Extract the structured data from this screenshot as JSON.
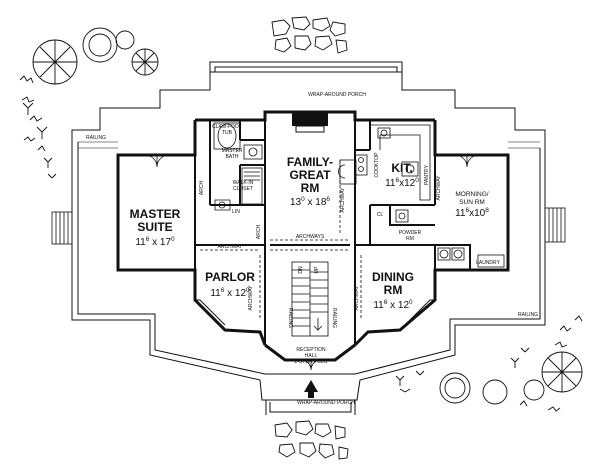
{
  "rooms": {
    "family": {
      "line1": "FAMILY-",
      "line2": "GREAT",
      "line3": "RM",
      "w": "13",
      "wf": "0",
      "x": " x 18",
      "hf": "6"
    },
    "kit": {
      "name": "KIT.",
      "w": "11",
      "wf": "6",
      "x": "x12",
      "hf": "0"
    },
    "morning": {
      "line1": "MORNING/",
      "line2": "SUN RM",
      "w": "11",
      "wf": "6",
      "x": "x10",
      "hf": "8"
    },
    "master": {
      "line1": "MASTER",
      "line2": "SUITE",
      "w": "11",
      "wf": "6",
      "x": " x 17",
      "hf": "0"
    },
    "parlor": {
      "name": "PARLOR",
      "w": "11",
      "wf": "6",
      "x": " x 12",
      "hf": "0"
    },
    "dining": {
      "line1": "DINING",
      "line2": "RM",
      "w": "11",
      "wf": "6",
      "x": " x 12",
      "hf": "0"
    }
  },
  "labels": {
    "porch_top": "WRAP-AROUND PORCH",
    "porch_bottom": "WRAP-AROUND PORCH",
    "railing_left": "RAILING",
    "railing_right": "RAILING",
    "clawfoot_1": "CLAW-FOOT",
    "clawfoot_2": "TUB",
    "master_bath_1": "MASTER",
    "master_bath_2": "BATH",
    "walkin_1": "WALK-IN",
    "walkin_2": "CLOSET",
    "lin": "LIN",
    "powder_1": "POWDER",
    "powder_2": "RM",
    "laundry": "LAUNDRY",
    "reception_1": "RECEPTION",
    "reception_2": "HALL",
    "reception_3": "2-STORY CLG",
    "archways": "ARCHWAYS",
    "archway": "ARCHWAY",
    "arch": "ARCH",
    "cooktop": "COOKTOP",
    "pantry": "PANTRY",
    "cl": "CL",
    "dn": "DN",
    "up": "UP",
    "railing_stair": "RAILING"
  }
}
